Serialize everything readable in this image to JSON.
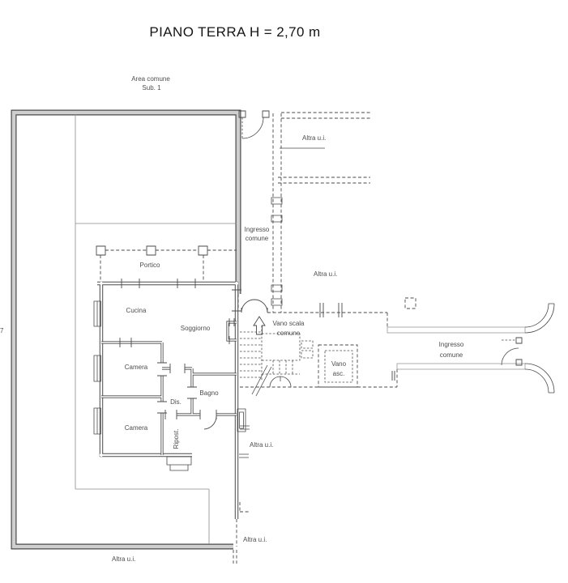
{
  "title": "PIANO TERRA   H = 2,70 m",
  "colors": {
    "line": "#4a4a4a",
    "text": "#4d4d4d",
    "title_text": "#161616",
    "boundary_core": "#cfcfcf",
    "background": "#ffffff"
  },
  "labels": {
    "area_comune": {
      "line1": "Area comune",
      "line2": "Sub. 1"
    },
    "portico": "Portico",
    "cucina": "Cucina",
    "soggiorno": "Soggiorno",
    "camera_1": "Camera",
    "camera_2": "Camera",
    "bagno": "Bagno",
    "dis": "Dis.",
    "ripost": "Ripost.",
    "vano_scala": {
      "line1": "Vano scala",
      "line2": "comune"
    },
    "vano_asc": {
      "line1": "Vano",
      "line2": "asc."
    },
    "ingresso_comune_vertical": {
      "line1": "Ingresso",
      "line2": "comune"
    },
    "ingresso_comune_right": {
      "line1": "Ingresso",
      "line2": "comune"
    },
    "altra_ui_top": "Altra u.i.",
    "altra_ui_mid": "Altra u.i.",
    "altra_ui_right_upper": "Altra u.i.",
    "altra_ui_right_lower": "Altra u.i.",
    "altra_ui_bottom": "Altra u.i.",
    "edge_fragment": "7"
  }
}
